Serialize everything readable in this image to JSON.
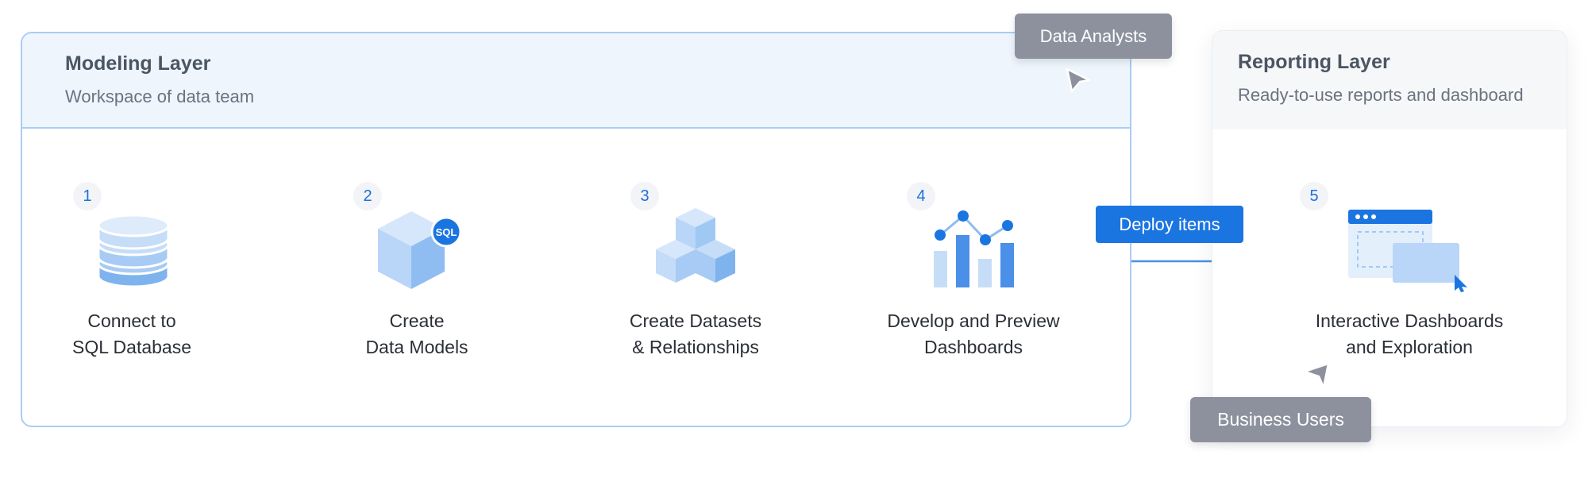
{
  "modeling_layer": {
    "title": "Modeling Layer",
    "subtitle": "Workspace of data team"
  },
  "reporting_layer": {
    "title": "Reporting Layer",
    "subtitle": "Ready-to-use reports and dashboard"
  },
  "roles": {
    "analysts": "Data Analysts",
    "business": "Business Users"
  },
  "deploy_label": "Deploy items",
  "steps": [
    {
      "number": "1",
      "line1": "Connect to",
      "line2": "SQL Database",
      "icon": "database-icon"
    },
    {
      "number": "2",
      "line1": "Create",
      "line2": "Data Models",
      "icon": "sql-cube-icon",
      "badge_text": "SQL"
    },
    {
      "number": "3",
      "line1": "Create Datasets",
      "line2": "& Relationships",
      "icon": "stacked-cubes-icon"
    },
    {
      "number": "4",
      "line1": "Develop and Preview",
      "line2": "Dashboards",
      "icon": "bar-line-chart-icon"
    },
    {
      "number": "5",
      "line1": "Interactive Dashboards",
      "line2": "and Exploration",
      "icon": "dashboard-window-icon"
    }
  ],
  "colors": {
    "accent": "#1b75e1",
    "border": "#a9cdf5",
    "header_bg": "#eef5fd",
    "tag_gray": "#8d919e",
    "icon_dark": "#4a8fe8",
    "icon_mid": "#8dbcf2",
    "icon_light": "#cfe2fb"
  }
}
